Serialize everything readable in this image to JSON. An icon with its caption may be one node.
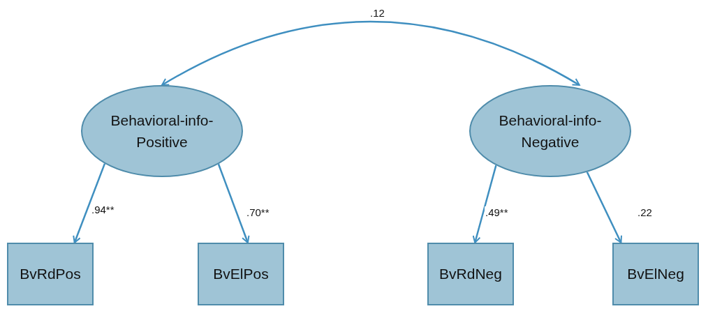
{
  "diagram": {
    "nodes": [
      {
        "text": [
          "Behavioral-info-Positive"
        ]
      },
      {
        "text": [
          "Behavioral-info-Negative"
        ]
      },
      {
        "text": [
          "BvRdPos"
        ]
      },
      {
        "text": [
          "BvElPos"
        ]
      },
      {
        "text": [
          "BvRdNeg"
        ]
      },
      {
        "text": [
          "BvElNeg"
        ]
      }
    ],
    "edges": [
      {
        "from": 0,
        "to": 1,
        "arrow": "both",
        "label": ".12"
      },
      {
        "from": 0,
        "to": 2,
        "arrow": "to",
        "label": ".94**"
      },
      {
        "from": 0,
        "to": 3,
        "arrow": "to",
        "label": ".70**"
      },
      {
        "from": 1,
        "to": 4,
        "arrow": "to",
        "label": ".49**"
      },
      {
        "from": 1,
        "to": 5,
        "arrow": "to",
        "label": ".22"
      }
    ]
  }
}
